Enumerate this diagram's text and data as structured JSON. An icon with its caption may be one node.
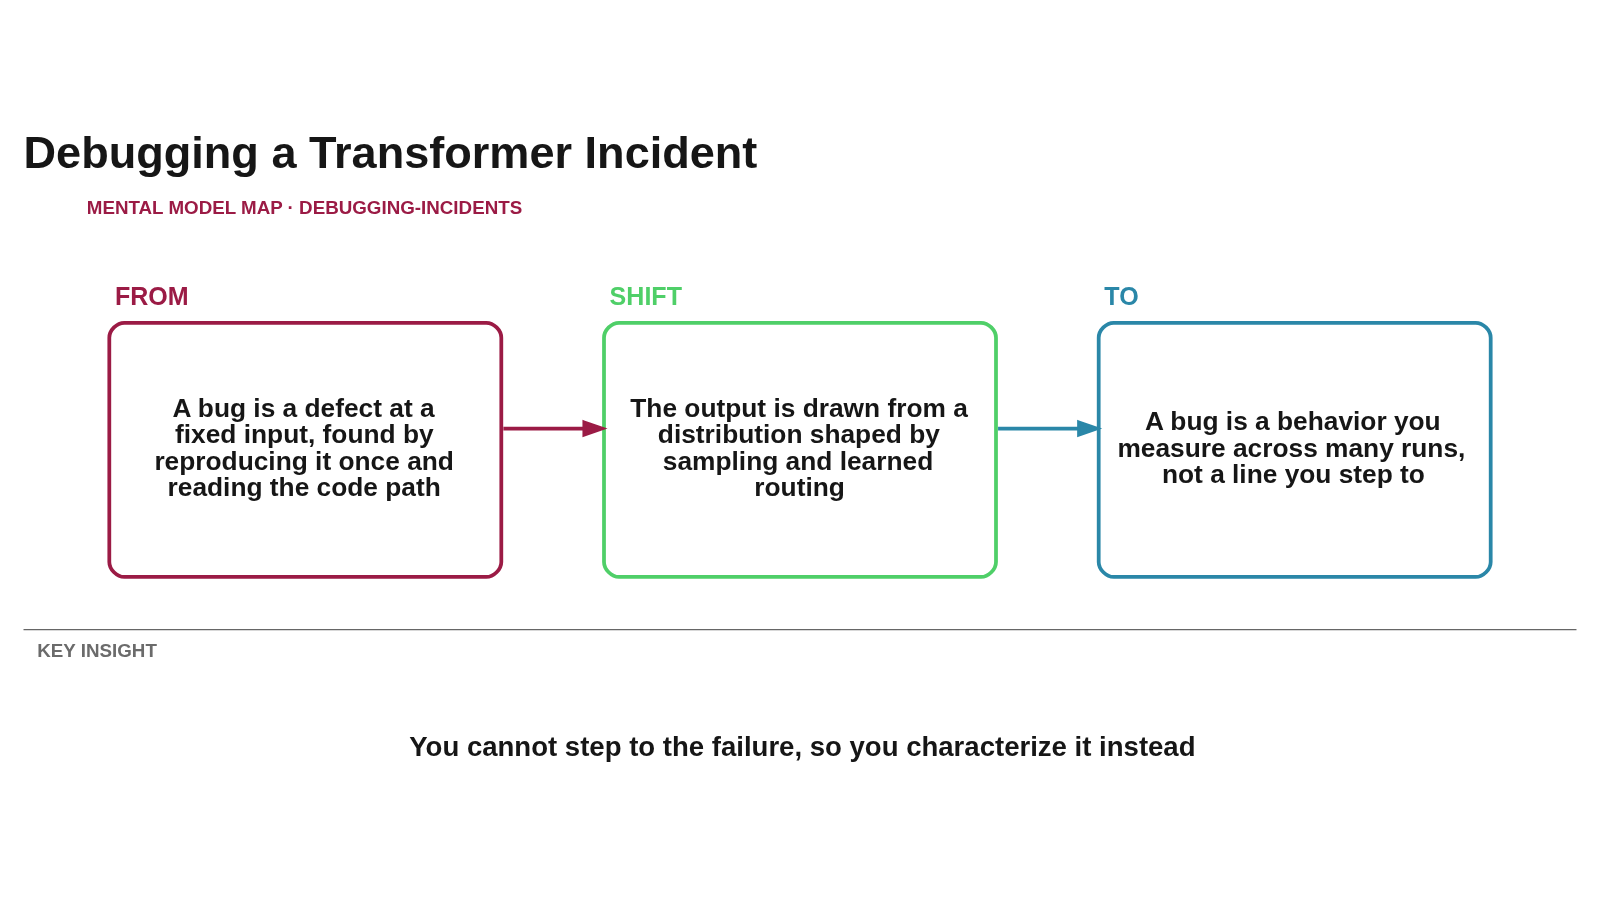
{
  "diagram": {
    "title": "Debugging a Transformer Incident",
    "nodes": [
      {
        "text": [
          "FROM",
          "A bug is a defect at a fixed input, found by reproducing it once and reading the code path"
        ]
      },
      {
        "text": [
          "SHIFT",
          "The output is drawn from a distribution shaped by sampling and learned routing"
        ]
      },
      {
        "text": [
          "TO",
          "A bug is a behavior you measure across many runs, not a line you step to"
        ]
      }
    ],
    "edges": [
      {
        "from": 0,
        "to": 1,
        "arrow": "to",
        "color": "#9b1b45"
      },
      {
        "from": 1,
        "to": 2,
        "arrow": "to",
        "color": "#2a87a8"
      }
    ],
    "labels": [
      "MENTAL MODEL MAP · DEBUGGING-INCIDENTS",
      "KEY INSIGHT",
      "You cannot step to the failure, so you characterize it instead"
    ]
  }
}
